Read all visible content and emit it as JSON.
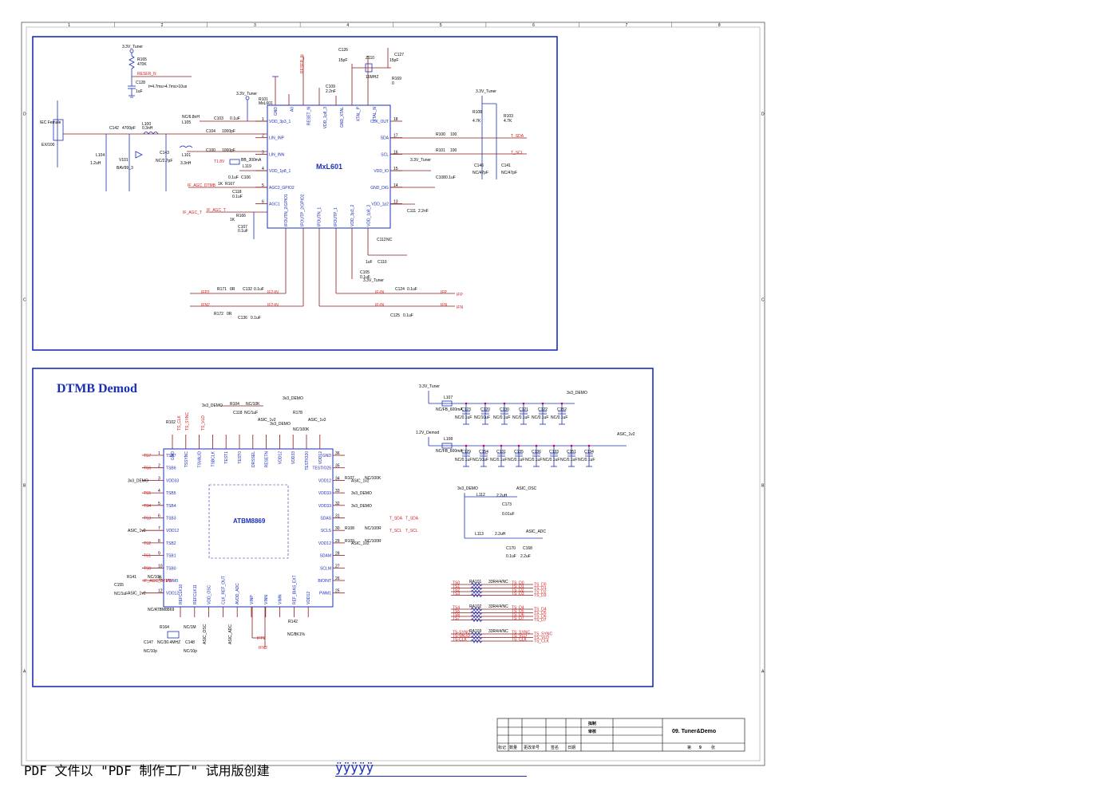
{
  "grid": {
    "top_numbers": [
      "1",
      "2",
      "3",
      "4",
      "5",
      "6",
      "7",
      "8"
    ],
    "side_letters": [
      "D",
      "C",
      "B",
      "A"
    ]
  },
  "tuner": {
    "chip_name": "MxL601",
    "chip_pins_left": [
      "VDD_3p3_1",
      "LIN_INP",
      "LIN_INN",
      "VDD_1p8_1",
      "AGC2_GPIO2",
      "AGC1"
    ],
    "chip_pin_nums_left": [
      "1",
      "2",
      "3",
      "4",
      "5",
      "6"
    ],
    "chip_pins_right": [
      "CLK_OUT",
      "SDA",
      "SCL",
      "VDD_IO",
      "GND_DIG",
      "VDD_1p2"
    ],
    "chip_pin_nums_right": [
      "18",
      "17",
      "16",
      "15",
      "14",
      "13"
    ],
    "chip_pins_top": [
      "GND",
      "A0",
      "RESET_N",
      "VDD_1p8_3",
      "GND_XTAL",
      "XTAL_P",
      "XTAL_N"
    ],
    "chip_pins_bottom": [
      "IFOUTN_2/GPIO1",
      "IFOUTP_2/GPIO2",
      "IFOUTN_1",
      "IFOUTP_1",
      "VDD_3p3_2",
      "VDD_1p8_2"
    ],
    "labels": {
      "v33": "3.3V_Tuner",
      "r165": "R165",
      "r165v": "470K",
      "c128": "C128",
      "c128v": "1uF",
      "reset_n": "RESER_N",
      "timing": "t=4.7ms>4.7ms>10us",
      "r101_top": "R101",
      "mxl601": "MxL601",
      "c126": "C126",
      "c126v": "15pF",
      "z110": "Z110",
      "z110v": "16MHZ",
      "c127": "C127",
      "c127v": "15pF",
      "r169": "R169",
      "r169v": "0",
      "c109": "C109",
      "c109v": "2.2nF",
      "iec": "IEC Female",
      "iec2": "EX/100",
      "c142": "C142",
      "c142v": "4700pF",
      "l100": "L100",
      "l100v": "0.3nH",
      "l104": "L104",
      "l104v": "1.2uH",
      "v101": "V101",
      "v101v": "BAV99_3",
      "c143": "C143",
      "c143v": "NC/2.7pF",
      "l105": "L105",
      "l105v": "NC/6.8nH",
      "l101": "L101",
      "l101v": "3.3nH",
      "c103": "C103",
      "c103v": "0.1uF",
      "c104": "C104",
      "c104v": "1000pF",
      "c100": "C100",
      "c100v": "1000pF",
      "t1rsr": "T1.8V",
      "bb": "BB_300mA",
      "l119": "L119",
      "c106": "C106",
      "c106v": "0.1uF",
      "if_agc_dtmb": "IF_AGC_DTMB",
      "r167": "R167",
      "r167v": "1K",
      "c118": "C118",
      "c118v": "0.1uF",
      "if_agc_t": "IF_AGC_T",
      "if_agc_t2": "IF_AGC_T",
      "r166": "R166",
      "r166v": "1K",
      "c107": "C107",
      "c107v": "0.1uF",
      "r108": "R108",
      "r108v": "4.7K",
      "r103": "R103",
      "r103v": "4.7K",
      "r100": "R100",
      "r100v": "100",
      "r101": "R101",
      "r101v": "100",
      "t_sda": "T_SDA",
      "t_scl": "T_SCL",
      "v33b": "3.3V_Tuner",
      "v33c": "3.3V_Tuner",
      "c146": "C146",
      "c146v": "NC/47pF",
      "c141": "C141",
      "c141v": "NC/47pF",
      "c108": "C108",
      "c108v": "0.1uF",
      "c111": "C111",
      "c111v": "2.2nF",
      "c112": "C112",
      "c112v": "NC",
      "c110": "C110",
      "c110v": "1uF",
      "c105": "C105",
      "c105v": "0.1uF",
      "v33d": "3.3V_Tuner",
      "ifp2": "IFP2",
      "ifn2": "IFN2",
      "r171": "R171",
      "r171v": "0R",
      "r172": "R172",
      "r172v": "0R",
      "c132": "C132",
      "c132v": "0.1uF",
      "c136": "C136",
      "c136v": "0.1uF",
      "if2in_p": "IF2-IN",
      "if2in_n": "IF2-IN",
      "ifin_p": "IF-IN",
      "ifin_n": "IF-IN",
      "c124": "C124",
      "c124v": "0.1uF",
      "c125": "C125",
      "c125v": "0.1uF",
      "ifp": "IFP",
      "ifn": "IFN"
    }
  },
  "demod": {
    "title": "DTMB Demod",
    "chip_name": "ATBM8869",
    "left_pins": [
      "TSB7",
      "TSB6",
      "VDD33",
      "TSB5",
      "TSB4",
      "TSB3",
      "VDD12",
      "TSB2",
      "TSB1",
      "TSB0",
      "PWM0",
      "VDD12"
    ],
    "left_nums": [
      "1",
      "2",
      "3",
      "4",
      "5",
      "6",
      "7",
      "8",
      "9",
      "10",
      "11",
      "12"
    ],
    "left_nets": [
      "TS7",
      "TS6",
      "3v3_DEMO",
      "TS5",
      "TS4",
      "TS3",
      "ASIC_1v2",
      "TS2",
      "TS1",
      "TS0",
      "IF_AGC_DTMB",
      "ASIC_1v2"
    ],
    "right_pins": [
      "GND",
      "TESTIO25",
      "VDD12",
      "VDD33",
      "VDD33",
      "SDAS",
      "SCLS",
      "VDD12",
      "SDAM",
      "SCLM",
      "BIOINT",
      "PWM1"
    ],
    "right_nums": [
      "36",
      "35",
      "34",
      "33",
      "32",
      "31",
      "30",
      "29",
      "28",
      "27",
      "26",
      "25"
    ],
    "right_nets": [
      "",
      "NC/100K",
      "ASIC_1v2",
      "3v3_DEMO",
      "3v3_DEMO",
      "T_SDA",
      "T_SCL",
      "ASIC_1v2",
      "",
      "",
      "",
      ""
    ],
    "top_pins": [
      "GND",
      "TSSYNC",
      "TSVALID",
      "TSBCLK",
      "TEST1",
      "TEST0",
      "DRSSEL",
      "RESETN",
      "VDD12",
      "VDD33",
      "TESTIO20",
      "VDD12"
    ],
    "bottom_pins": [
      "REFCLK10",
      "REFCLK11",
      "VDD_OSC",
      "CLK_REF_OUT",
      "AVDD_ADC",
      "VINP",
      "VINN",
      "VIMN",
      "REF_BIAS_EXT",
      "VDD12"
    ],
    "labels": {
      "r102": "R102",
      "tsclk": "TS_CLK",
      "tssync": "TS_SYNC",
      "tsvld": "TS_VLD",
      "v33demo": "3v3_DEMO",
      "v33demo_b": "3v3_DEMO",
      "v33demo_c": "3v3_DEMO",
      "r104": "R104",
      "r104v": "NC/10K",
      "c118": "C118",
      "c118v": "NC/1uF",
      "asic1v2a": "ASIC_1v2",
      "asic1v2b": "ASIC_1v2",
      "r178": "R178",
      "r178v": "NC/100K",
      "r107": "R107",
      "r107v": "NC/100K",
      "r108": "R108",
      "r108v": "NC/100R",
      "r109": "R109",
      "r109v": "NC/100R",
      "r141": "R141",
      "r141v": "NC/10K",
      "c155": "C155",
      "c155v": "NC/1uF",
      "ncatbm": "NC/ATBM8869",
      "r164": "R164",
      "r164v": "NC/1M",
      "x1": "NC/30.4MHZ",
      "c147": "C147",
      "c147v": "NC/10p",
      "c148": "C148",
      "c148v": "NC/10p",
      "asic_osc": "ASIC_OSC",
      "asic_adc": "ASIC_ADC",
      "ifp2": "IFP2",
      "ifn2": "IFN2",
      "r142": "R142",
      "r142v": "NC/8K1%"
    }
  },
  "power": {
    "v33tuner": "3.3V_Tuner",
    "v33demo": "3v3_DEMO",
    "l107": "L107",
    "l107v": "NC/FB_600mA",
    "row1": [
      "NC/0.1uF",
      "NC/10uF",
      "NC/0.1uF",
      "NC/0.1uF",
      "NC/0.1uF",
      "NC/0.1uF"
    ],
    "row1_ids": [
      "C123",
      "C120",
      "C130",
      "C121",
      "C122",
      "C152"
    ],
    "v12demod": "1.2V_Demod",
    "asic1v2": "ASIC_1v2",
    "l108": "L108",
    "l108v": "NC/FB_600mA",
    "row2": [
      "NC/0.1uF",
      "NC/10uF",
      "NC/0.1uF",
      "NC/0.1uF",
      "NC/0.1uF",
      "NC/0.1uF",
      "NC/0.1uF",
      "NC/0.1uF"
    ],
    "row2_ids": [
      "C129",
      "C154",
      "C131",
      "C135",
      "C136",
      "C133",
      "C151",
      "C134"
    ],
    "v33demo2": "3v3_DEMO",
    "asic_osc": "ASIC_OSC",
    "asic_adc": "ASIC_ADC",
    "l112": "L112",
    "l112v": "2.2uH",
    "c173": "C173",
    "c173v": "0.01uF",
    "l113": "L113",
    "l113v": "2.2uH",
    "c170": "C170",
    "c170v": "0.1uF",
    "c168": "C168",
    "c168v": "2.2uF"
  },
  "ts": {
    "group1_in": [
      "TS0",
      "TS1",
      "TS2",
      "TS3"
    ],
    "group1_out": [
      "TS_D0",
      "TS_D1",
      "TS_D2",
      "TS_D3"
    ],
    "ra101": "RA101",
    "ra101v": "33R4/4/NC",
    "group2_in": [
      "TS4",
      "TS5",
      "TS6",
      "TS7"
    ],
    "group2_out": [
      "TS_D4",
      "TS_D5",
      "TS_D6",
      "TS_D7"
    ],
    "ra102": "RA102",
    "ra102v": "33R4/4/NC",
    "group3_in": [
      "TS-SYNC",
      "TS-VALID",
      "TS-CLK"
    ],
    "group3_out": [
      "TS_SYNC",
      "TS_VLD",
      "TS_CLK"
    ],
    "ra103": "RA103",
    "ra103v": "33R4/4/NC"
  },
  "titleblock": {
    "drawn": "拟制",
    "check": "审核",
    "title": "09. Tuner&Demo",
    "cols": [
      "标记",
      "数量",
      "更改单号",
      "签名",
      "日期"
    ],
    "page_prefix": "第",
    "page_num": "9",
    "page_suffix": "张"
  },
  "footer": {
    "note": "PDF 文件以 \"PDF 制作工厂\" 试用版创建",
    "link": "ÿÿÿÿÿ"
  }
}
